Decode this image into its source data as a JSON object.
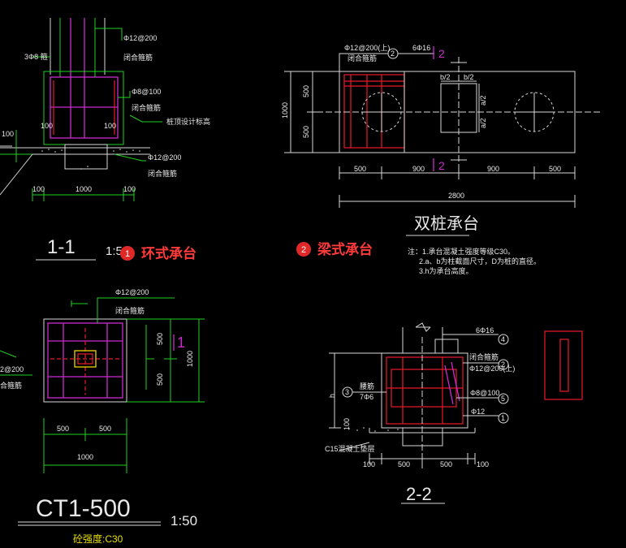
{
  "sections": {
    "sec11": {
      "title": "1-1",
      "scale": "1:5",
      "callout_num": "1",
      "callout_text": "环式承台",
      "ann_3phi8": "3Φ8 箍",
      "ann_phi12_top": "Φ12@200",
      "ann_closed1": "闭合箍筋",
      "ann_phi8": "Φ8@100",
      "ann_closed2": "闭合箍筋",
      "ann_pile": "桩顶设计标高",
      "ann_phi12_bot": "Φ12@200",
      "ann_closed3": "闭合箍筋",
      "dim_100a": "100",
      "dim_1000": "1000",
      "dim_100b": "100",
      "dim_side": "100",
      "in_100a": "100",
      "in_100b": "100"
    },
    "double": {
      "title": "双桩承台",
      "callout_num": "2",
      "callout_text": "梁式承台",
      "ann_top": "Φ12@200(上)",
      "ann_top2": "闭合箍筋",
      "ann_circle": "2",
      "ann_6phi16": "6Φ16",
      "cut_top": "2",
      "cut_bot": "2",
      "b2a": "b/2",
      "b2b": "b/2",
      "a2a": "a/2",
      "a2b": "a/2",
      "dims_bottom": [
        "500",
        "900",
        "900",
        "500"
      ],
      "dim_total": "2800",
      "dim_left_total": "1000",
      "dim_left_a": "500",
      "dim_left_b": "500",
      "notes": [
        "注：1.承台混凝土强度等级C30。",
        "2.a、b为柱截面尺寸，D为桩的直径。",
        "3.h为承台高度。"
      ]
    },
    "ct1": {
      "title": "CT1-500",
      "scale": "1:50",
      "concrete": "砼强度:C30",
      "ann_phi12": "Φ12@200",
      "ann_closed": "闭合箍筋",
      "ann_left1": "2@200",
      "ann_left2": "合箍筋",
      "dim_500a": "500",
      "dim_500b": "500",
      "dim_1000": "1000",
      "dim_r500a": "500",
      "dim_r500b": "500",
      "dim_r1000": "1000",
      "cut_num": "1"
    },
    "sec22": {
      "title": "2-2",
      "c4": "4",
      "c2": "2",
      "c3": "3",
      "c5": "5",
      "c1": "1",
      "a_6phi16": "6Φ16",
      "a_closed": "闭合箍筋",
      "a_closed2": "Φ12@200(上)",
      "a_waist": "腰筋",
      "a_7phi6": "7Φ6",
      "a_phi8": "Φ8@100",
      "a_phi12": "Φ12",
      "a_c15": "C15混凝土垫层",
      "a_h": "h",
      "a_100v": "100",
      "dims": [
        "100",
        "500",
        "500",
        "100"
      ]
    }
  }
}
